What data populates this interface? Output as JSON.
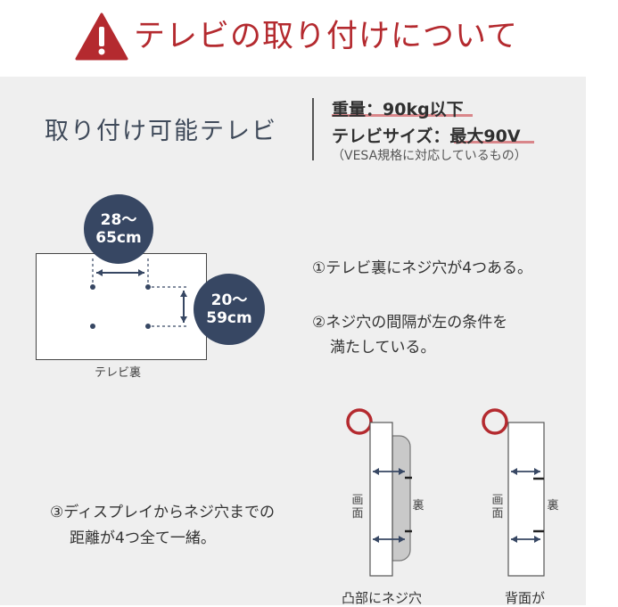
{
  "header": {
    "title": "テレビの取り付けについて",
    "icon": "warning-icon",
    "accent_color": "#b42a2f"
  },
  "section": {
    "title": "取り付け可能テレビ",
    "spec_weight": "重量：90kg以下",
    "spec_size": "テレビサイズ：最大90V",
    "spec_note": "（VESA規格に対応しているもの）"
  },
  "tv_diagram": {
    "horizontal_spacing": "28～\n65cm",
    "vertical_spacing": "20～\n59cm",
    "caption": "テレビ裏"
  },
  "conditions": {
    "c1": "①テレビ裏にネジ穴が4つある。",
    "c2_line1": "②ネジ穴の間隔が左の条件を",
    "c2_line2": "満たしている。",
    "c3_line1": "③ディスプレイからネジ穴までの",
    "c3_line2": "距離が4つ全て一緒。"
  },
  "side_views": {
    "screen_label": "画面",
    "back_label": "裏",
    "case1_caption": "凸部にネジ穴",
    "case2_caption": "背面が"
  }
}
